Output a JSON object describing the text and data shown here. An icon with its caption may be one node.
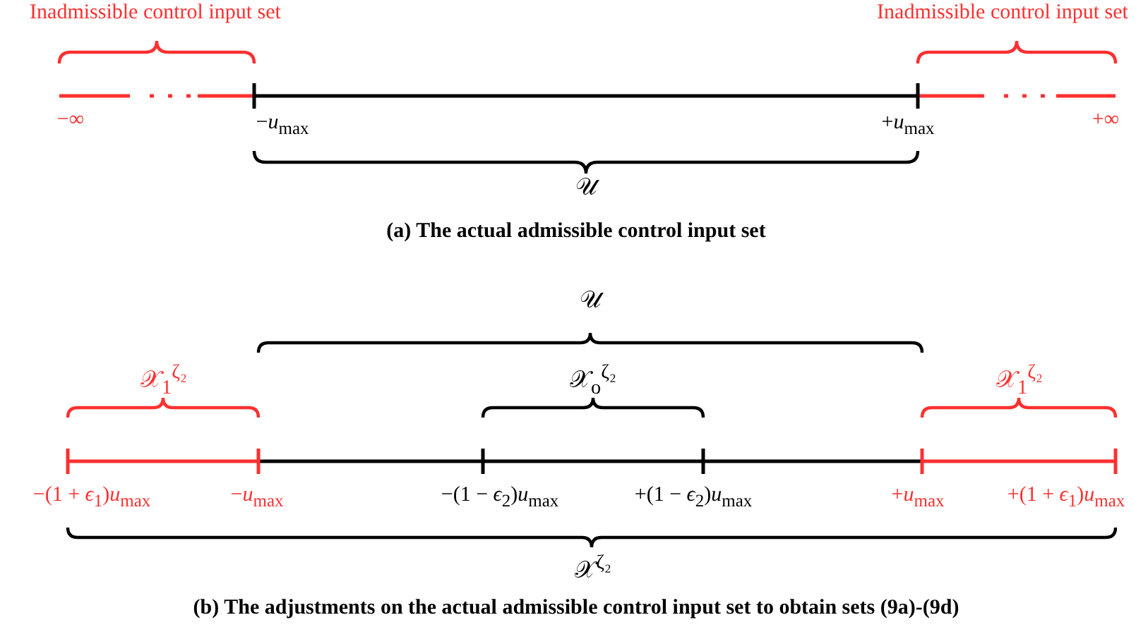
{
  "diagram": {
    "labels": [
      "Inadmissible control input set",
      "Inadmissible control input set",
      "−∞",
      "−*u*$_{max}$",
      "+*u*$_{max}$",
      "+∞",
      "𝒰",
      "(a) The actual admissible control input set",
      "𝒰",
      "𝒳$_{1}$$^{ζ₂}$",
      "𝒳$_{o}$$^{ζ₂}$",
      "𝒳$_{1}$$^{ζ₂}$",
      "−(1 + *ϵ*$_{1}$)*u*$_{max}$",
      "−*u*$_{max}$",
      "−(1 − *ϵ*$_{2}$)*u*$_{max}$",
      "+(1 − *ϵ*$_{2}$)*u*$_{max}$",
      "+*u*$_{max}$",
      "+(1 + *ϵ*$_{1}$)*u*$_{max}$",
      "𝒳$^{ζ₂}$",
      "(b) The adjustments on the actual admissible control input set to obtain sets (9a)-(9d)"
    ]
  }
}
